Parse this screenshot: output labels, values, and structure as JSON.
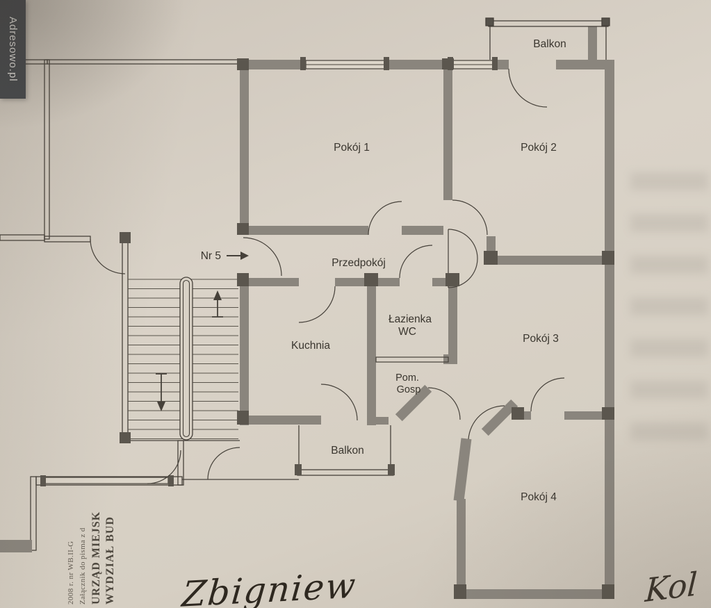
{
  "source_badge": {
    "label": "Adresowo.pl"
  },
  "plan": {
    "labels": {
      "balkon_top": "Balkon",
      "pokoj1": "Pokój 1",
      "pokoj2": "Pokój 2",
      "przedpokoj": "Przedpokój",
      "entrance": "Nr 5",
      "kuchnia": "Kuchnia",
      "lazienka_1": "Łazienka",
      "lazienka_2": "WC",
      "pokoj3": "Pokój 3",
      "pom_gosp_1": "Pom.",
      "pom_gosp_2": "Gosp",
      "balkon_bottom": "Balkon",
      "pokoj4": "Pokój 4"
    }
  },
  "stamp": {
    "ref_line": "2008 r. nr WB.II-G",
    "attachment_line": "Załącznik do pisma z d",
    "office_line1": "URZĄD MIEJSK",
    "office_line2": "WYDZIAŁ BUD"
  },
  "handwriting": {
    "signature": "Zbigniew",
    "corner_note": "Kol"
  },
  "colors": {
    "paper": "#d6cfc3",
    "wall": "#8a857d",
    "line": "#46413a",
    "badge_bg": "#44474b",
    "ink": "#2e2820"
  }
}
